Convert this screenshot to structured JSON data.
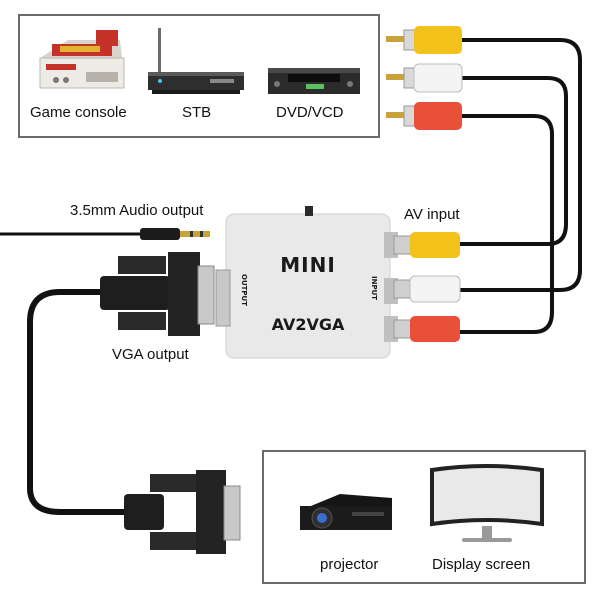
{
  "sources": {
    "items": [
      {
        "label": "Game console",
        "icon": "game-console-icon"
      },
      {
        "label": "STB",
        "icon": "set-top-box-icon"
      },
      {
        "label": "DVD/VCD",
        "icon": "dvd-player-icon"
      }
    ]
  },
  "converter": {
    "brand": "MINI",
    "model": "AV2VGA",
    "output_port_label": "OUTPUT",
    "input_port_label": "INPUT",
    "body_color": "#e9e9e9"
  },
  "labels": {
    "audio_output": "3.5mm Audio output",
    "av_input": "AV input",
    "vga_output": "VGA output"
  },
  "displays": {
    "items": [
      {
        "label": "projector",
        "icon": "projector-icon"
      },
      {
        "label": "Display screen",
        "icon": "monitor-icon"
      }
    ]
  },
  "rca_colors": {
    "video": "#f2c21b",
    "audio_left": "#f4f4f4",
    "audio_right": "#e8503a"
  }
}
